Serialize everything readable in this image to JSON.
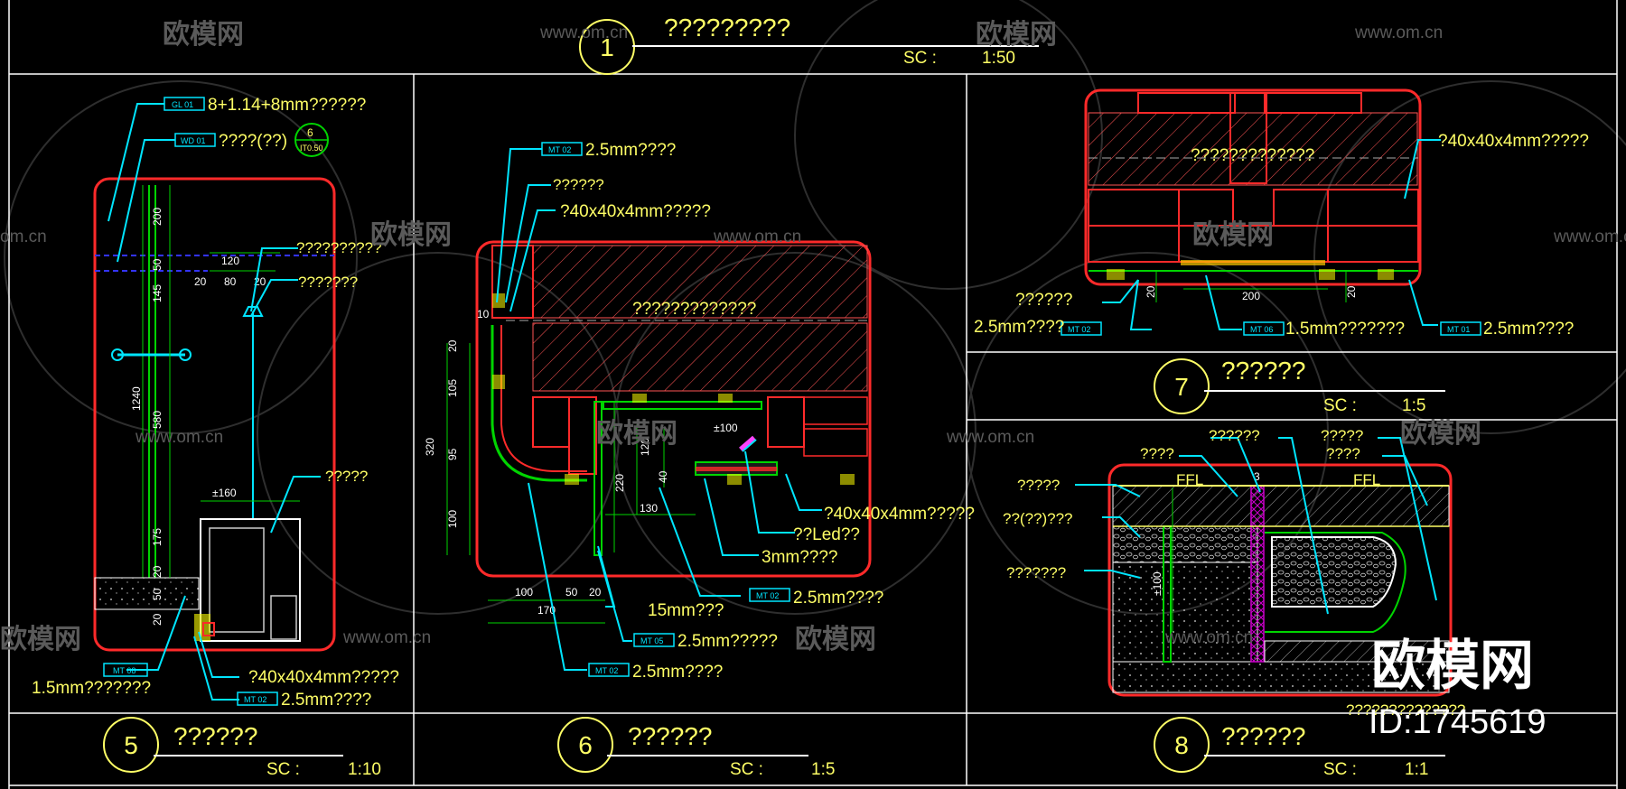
{
  "header": {
    "title": "?????????",
    "num": "1",
    "scale_label": "SC :",
    "scale": "1:50"
  },
  "details": [
    {
      "num": "5",
      "title": "??????",
      "scale_label": "SC :",
      "scale": "1:10"
    },
    {
      "num": "6",
      "title": "??????",
      "scale_label": "SC :",
      "scale": "1:5"
    },
    {
      "num": "7",
      "title": "??????",
      "scale_label": "SC :",
      "scale": "1:5"
    },
    {
      "num": "8",
      "title": "??????",
      "scale_label": "SC :",
      "scale": "1:1"
    }
  ],
  "section_marker": {
    "num": "6",
    "ref": "IT0.50"
  },
  "tags": [
    "GL 01",
    "WD 01",
    "MT 08",
    "MT 02",
    "MT 02",
    "MT 02",
    "MT 05",
    "MT 02",
    "MT 02",
    "MT 06",
    "MT 01"
  ],
  "notes5": [
    "8+1.14+8mm??????",
    "????(??)",
    "??????????",
    "???????",
    "?????",
    "1.5mm???????",
    "?40x40x4mm?????",
    "2.5mm????"
  ],
  "dims5": [
    "200",
    "50",
    "120",
    "20",
    "80",
    "20",
    "145",
    "1240",
    "580",
    "±160",
    "175",
    "20",
    "50",
    "20"
  ],
  "notes6": [
    "2.5mm????",
    "??????",
    "?40x40x4mm?????",
    "?????????????",
    "?40x40x4mm?????",
    "??Led??",
    "3mm????",
    "2.5mm????",
    "15mm???",
    "2.5mm?????",
    "2.5mm????"
  ],
  "dims6": [
    "10",
    "20",
    "105",
    "320",
    "95",
    "100",
    "120",
    "40",
    "220",
    "±100",
    "130",
    "100",
    "50",
    "20",
    "170"
  ],
  "notes7": [
    "?????????????",
    "?40x40x4mm?????",
    "??????",
    "2.5mm????",
    "1.5mm???????",
    "2.5mm????"
  ],
  "dims7": [
    "20",
    "200",
    "20"
  ],
  "notes8": [
    "??????",
    "????",
    "?????",
    "????",
    "?????",
    "??(??)???",
    "???????",
    "??????????????"
  ],
  "dims8": [
    "FFL",
    "3",
    "FFL",
    "±100"
  ],
  "watermarks": {
    "brand": "欧模网",
    "url": "www.om.cn",
    "url_partial": "om.cn",
    "big_brand": "欧模网",
    "id": "ID:1745619"
  },
  "colors": {
    "background": "#000000",
    "frame": "#ffffff",
    "outline": "#ff2a2a",
    "leader": "#00e5ff",
    "dimension": "#00d400",
    "text": "#ffff66",
    "hatch": "#ff5555",
    "watermark": "#5a5a5a"
  }
}
